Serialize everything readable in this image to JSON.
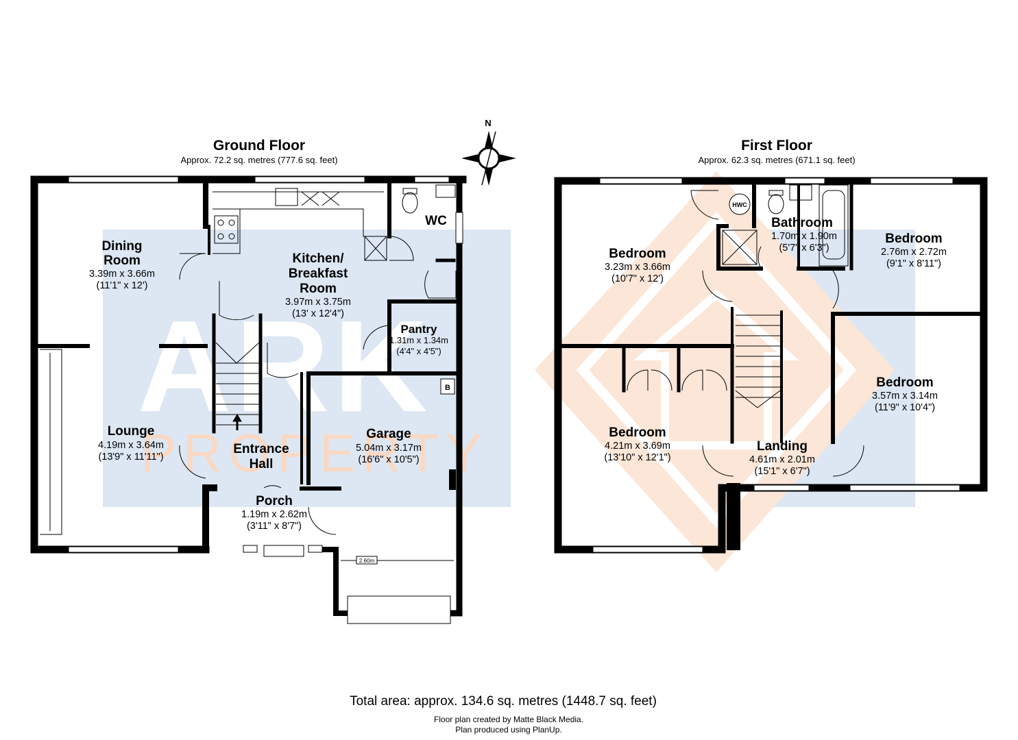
{
  "watermark": {
    "line1": "ARK",
    "line2": "PROPERTY"
  },
  "compass": {
    "north": "N"
  },
  "ground_floor": {
    "title": "Ground Floor",
    "area": "Approx. 72.2 sq. metres (777.6 sq. feet)",
    "rooms": {
      "dining": {
        "name1": "Dining",
        "name2": "Room",
        "metric": "3.39m x 3.66m",
        "imperial": "(11'1\" x 12')"
      },
      "kitchen": {
        "name1": "Kitchen/",
        "name2": "Breakfast",
        "name3": "Room",
        "metric": "3.97m x 3.75m",
        "imperial": "(13' x 12'4\")"
      },
      "wc": {
        "name": "WC"
      },
      "pantry": {
        "name": "Pantry",
        "metric": "1.31m x 1.34m",
        "imperial": "(4'4\" x 4'5\")"
      },
      "lounge": {
        "name": "Lounge",
        "metric": "4.19m x 3.64m",
        "imperial": "(13'9\" x 11'11\")"
      },
      "hall": {
        "name1": "Entrance",
        "name2": "Hall"
      },
      "porch": {
        "name": "Porch",
        "metric": "1.19m x 2.62m",
        "imperial": "(3'11\" x 8'7\")"
      },
      "garage": {
        "name": "Garage",
        "metric": "5.04m x 3.17m",
        "imperial": "(16'6\" x 10'5\")"
      }
    },
    "boiler_label": "B",
    "garage_door_width": "2.60m"
  },
  "first_floor": {
    "title": "First Floor",
    "area": "Approx. 62.3 sq. metres (671.1 sq. feet)",
    "rooms": {
      "bedroom_nw": {
        "name": "Bedroom",
        "metric": "3.23m x 3.66m",
        "imperial": "(10'7\" x 12')"
      },
      "bathroom": {
        "name": "Bathroom",
        "metric": "1.70m x 1.90m",
        "imperial": "(5'7\" x 6'3\")"
      },
      "bedroom_ne": {
        "name": "Bedroom",
        "metric": "2.76m x 2.72m",
        "imperial": "(9'1\" x 8'11\")"
      },
      "bedroom_e": {
        "name": "Bedroom",
        "metric": "3.57m x 3.14m",
        "imperial": "(11'9\" x 10'4\")"
      },
      "bedroom_sw": {
        "name": "Bedroom",
        "metric": "4.21m x 3.69m",
        "imperial": "(13'10\" x 12'1\")"
      },
      "landing": {
        "name": "Landing",
        "metric": "4.61m x 2.01m",
        "imperial": "(15'1\" x 6'7\")"
      }
    },
    "hwc_label": "HWC"
  },
  "footer": {
    "total": "Total area: approx. 134.6 sq. metres (1448.7 sq. feet)",
    "credit1": "Floor plan created by Matte Black Media.",
    "credit2": "Plan produced using PlanUp."
  },
  "colors": {
    "wall": "#000000",
    "watermark_blue": "#dde7f3",
    "watermark_orange": "#fbe6d7",
    "watermark_text": "#ffffff",
    "watermark_text_orange": "#f9d8c4"
  }
}
